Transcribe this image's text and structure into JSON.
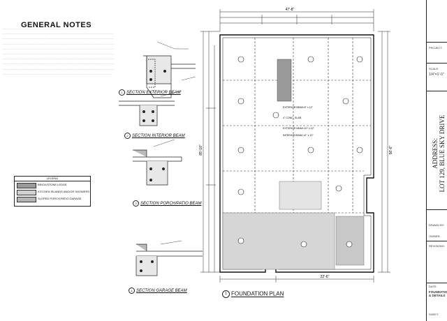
{
  "notes": {
    "title": "GENERAL NOTES"
  },
  "legend": {
    "title": "LEGEND",
    "items": [
      {
        "label": "BRICK/STONE LEDGE",
        "color": "#9a9a9a"
      },
      {
        "label": "KITCHEN ISLANDS AND/OR SHOWERS",
        "color": "#d0d0d0"
      },
      {
        "label": "SLOPED PORCH,PATIO GARAGE",
        "color": "#b5b5b5"
      }
    ]
  },
  "sections": [
    {
      "num": "1",
      "label": "SECTION EXTERIOR BEAM"
    },
    {
      "num": "2",
      "label": "SECTION INTERIOR BEAM"
    },
    {
      "num": "3",
      "label": "SECTION PORCH/PATIO BEAM"
    },
    {
      "num": "4",
      "label": "SECTION GARAGE BEAM"
    }
  ],
  "plan": {
    "caption": "FOUNDATION PLAN",
    "caption_num": "1",
    "top_dim": "47'-8\"",
    "left_dim": "85'-10\"",
    "right_dim": "56'-6\"",
    "bottom_dim": "22'-6\"",
    "notes": [
      "EXTERIOR BEAM 8\" x 12\"",
      "EXTERIOR BEAM 10\" x 12\"",
      "4\" CONC. SLAB",
      "INTERIOR BEAM 12\" x 12\""
    ]
  },
  "titleblock": {
    "project": "PROJECT:",
    "scale_label": "SCALE:",
    "scale_value": "1/4\"=1'-0\"",
    "address_label": "ADDRESS:",
    "address_line": "LOT 129, BLUE SKY DRIVE",
    "drawn_by": "DRAWN BY:",
    "owner": "OWNER:",
    "revisions": "REVISIONS:",
    "sheet_title": "FOUNDATION & DETAILS",
    "date_label": "DATE:",
    "sheet_label": "SHEET:"
  }
}
